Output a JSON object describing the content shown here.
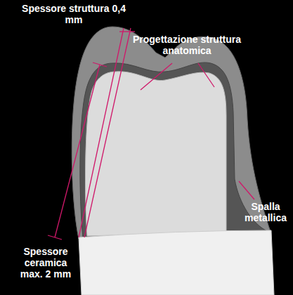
{
  "diagram": {
    "labels": [
      "Spessore struttura 0,4 mm",
      "Progettazione struttura anatomica",
      "Spalla metallica",
      "Spessore ceramica max. 2 mm"
    ]
  }
}
